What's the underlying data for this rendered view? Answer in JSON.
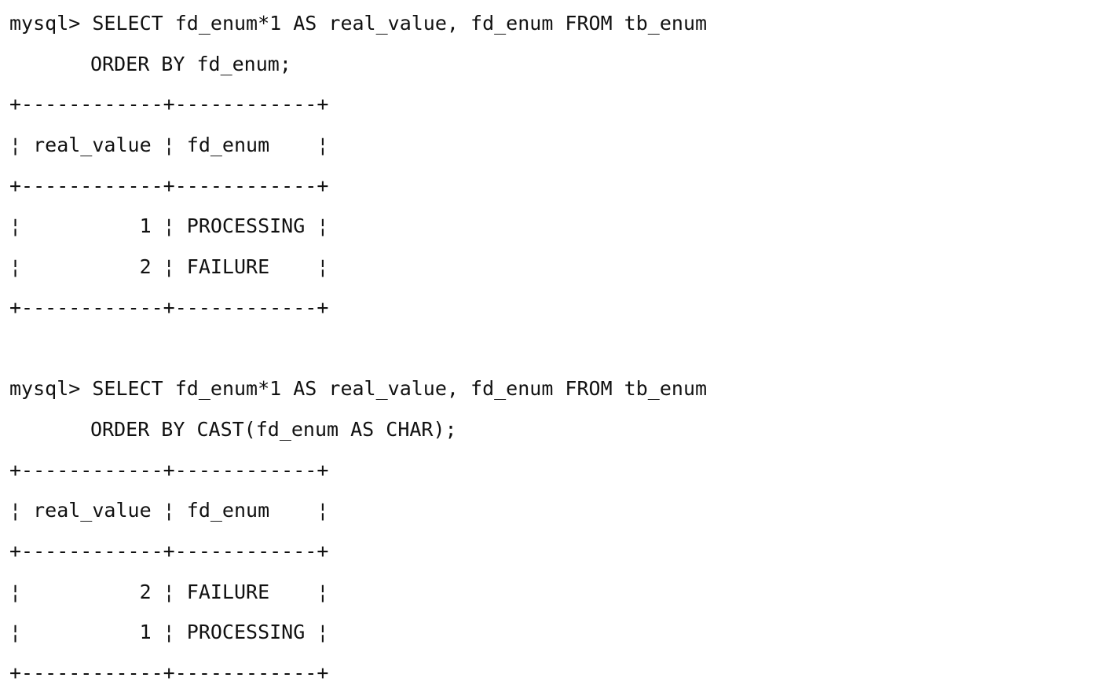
{
  "terminal": {
    "blocks": [
      {
        "prompt": "mysql>",
        "query_line1": "SELECT fd_enum*1 AS real_value, fd_enum FROM tb_enum",
        "query_line2": "ORDER BY fd_enum;",
        "border": "+------------+------------+",
        "header": "¦ real_value ¦ fd_enum    ¦",
        "rows": [
          "¦          1 ¦ PROCESSING ¦",
          "¦          2 ¦ FAILURE    ¦"
        ]
      },
      {
        "prompt": "mysql>",
        "query_line1": "SELECT fd_enum*1 AS real_value, fd_enum FROM tb_enum",
        "query_line2": "ORDER BY CAST(fd_enum AS CHAR);",
        "border": "+------------+------------+",
        "header": "¦ real_value ¦ fd_enum    ¦",
        "rows": [
          "¦          2 ¦ FAILURE    ¦",
          "¦          1 ¦ PROCESSING ¦"
        ]
      }
    ]
  }
}
